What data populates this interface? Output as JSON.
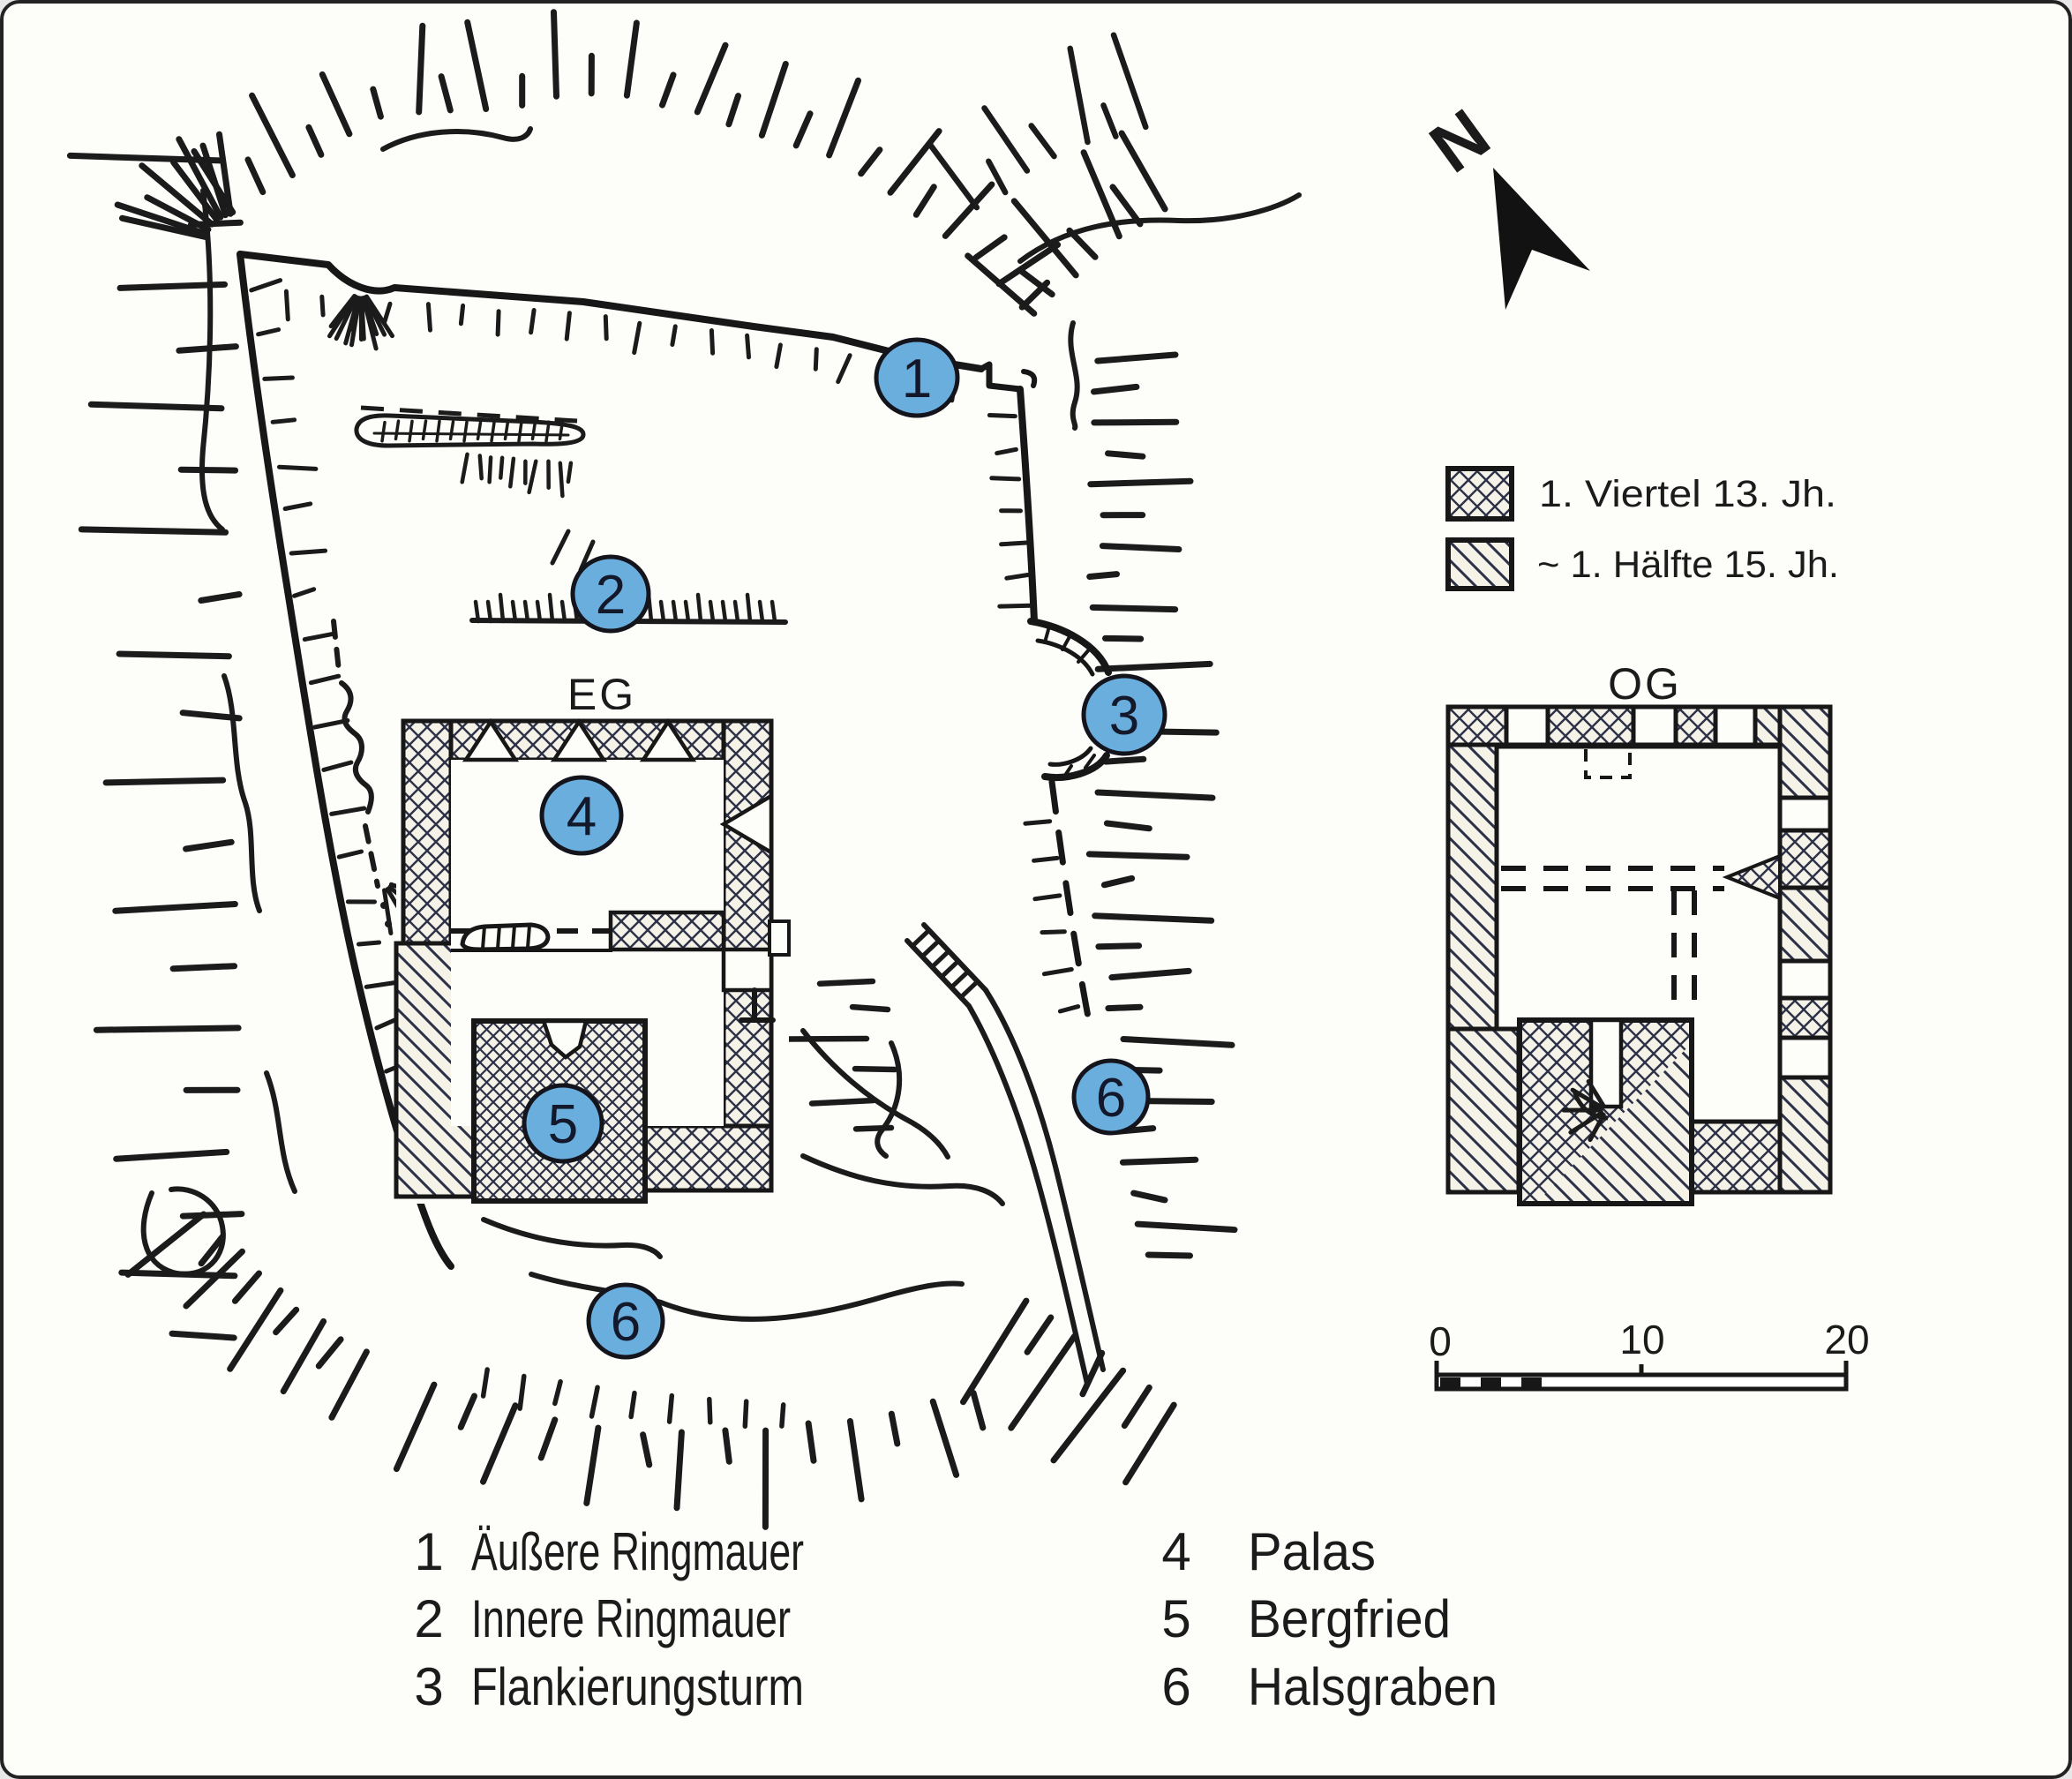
{
  "plan_labels": {
    "ground_floor": "EG",
    "upper_floor": "OG"
  },
  "north": {
    "label": "N"
  },
  "legend": {
    "items": [
      {
        "pattern": "crosshatch",
        "label": "1. Viertel 13. Jh."
      },
      {
        "pattern": "diagonal-hatch",
        "label": "~ 1. Hälfte 15. Jh."
      }
    ]
  },
  "scale_bar": {
    "tick_0": "0",
    "tick_10": "10",
    "tick_20": "20"
  },
  "callouts": {
    "occurrences": [
      {
        "number": "1"
      },
      {
        "number": "2"
      },
      {
        "number": "3"
      },
      {
        "number": "4"
      },
      {
        "number": "5"
      },
      {
        "number": "6"
      },
      {
        "number": "6"
      }
    ]
  },
  "key": {
    "items": [
      {
        "number": "1",
        "label": "Äußere Ringmauer"
      },
      {
        "number": "2",
        "label": "Innere Ringmauer"
      },
      {
        "number": "3",
        "label": "Flankierungsturm"
      },
      {
        "number": "4",
        "label": "Palas"
      },
      {
        "number": "5",
        "label": "Bergfried"
      },
      {
        "number": "6",
        "label": "Halsgraben"
      }
    ]
  },
  "colors": {
    "marker_blue": "#6aaede",
    "ink": "#1b1b1b",
    "hatch_ink": "#2c3147",
    "paper": "#fdfdfa",
    "swatch_bg": "#f5f2e8"
  }
}
